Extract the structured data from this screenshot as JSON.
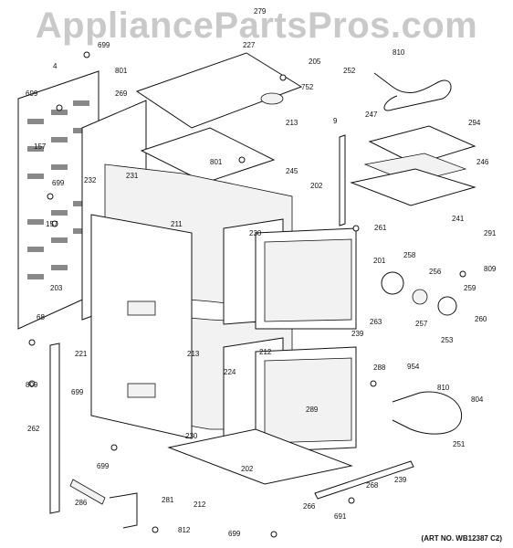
{
  "watermark": "AppliancePartsPros.com",
  "art_number": "(ART NO. WB12387 C2)",
  "callouts": [
    "279",
    "227",
    "205",
    "699",
    "801",
    "752",
    "252",
    "810",
    "294",
    "4",
    "699",
    "269",
    "213",
    "247",
    "157",
    "801",
    "245",
    "246",
    "9",
    "231",
    "232",
    "699",
    "202",
    "241",
    "261",
    "157",
    "211",
    "230",
    "201",
    "258",
    "291",
    "256",
    "809",
    "259",
    "203",
    "257",
    "260",
    "263",
    "68",
    "212",
    "239",
    "221",
    "213",
    "224",
    "809",
    "699",
    "253",
    "288",
    "954",
    "810",
    "804",
    "289",
    "262",
    "230",
    "251",
    "202",
    "699",
    "268",
    "239",
    "286",
    "281",
    "212",
    "266",
    "691",
    "812",
    "699"
  ]
}
